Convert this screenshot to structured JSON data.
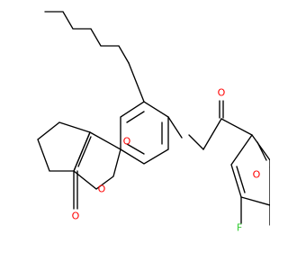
{
  "structure": {
    "atoms": [
      {
        "symbol": "O",
        "color": "#ff0000"
      },
      {
        "symbol": "O",
        "color": "#ff0000"
      },
      {
        "symbol": "O",
        "color": "#ff0000"
      },
      {
        "symbol": "O",
        "color": "#ff0000"
      },
      {
        "symbol": "O",
        "color": "#ff0000"
      },
      {
        "symbol": "F",
        "color": "#33cc33"
      }
    ],
    "bond_color": "#000000"
  }
}
